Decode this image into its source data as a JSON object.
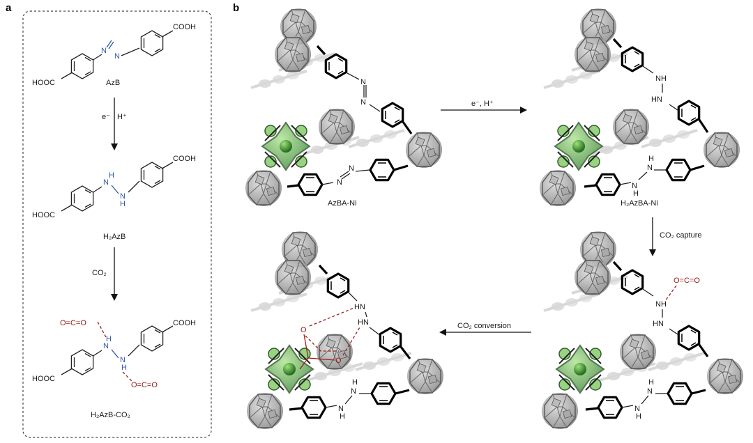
{
  "panels": {
    "a": "a",
    "b": "b"
  },
  "panel_a": {
    "cooh": "COOH",
    "hooc": "HOOC",
    "azb": "AzB",
    "h2azb": "H₂AzB",
    "h2azb_co2": "H₂AzB-CO₂",
    "step1_e": "e⁻",
    "step1_h": "H⁺",
    "step2": "CO₂",
    "N": "N",
    "H": "H",
    "O": "O",
    "C": "C",
    "o_c_o": "O=C=O"
  },
  "panel_b": {
    "azba_ni": "AzBA-Ni",
    "h2azba_ni": "H₂AzBA-Ni",
    "step_reduce": "e⁻, H⁺",
    "step_capture": "CO₂ capture",
    "step_conversion": "CO₂ conversion",
    "N": "N",
    "NH": "NH",
    "HN": "HN",
    "H": "H",
    "O": "O",
    "o_c_o": "O=C=O"
  },
  "colors": {
    "nitrogen": "#2f57a8",
    "co2": "#9a1c16",
    "ni_center": "#3f9a34",
    "cluster": "#9a9a9a"
  }
}
